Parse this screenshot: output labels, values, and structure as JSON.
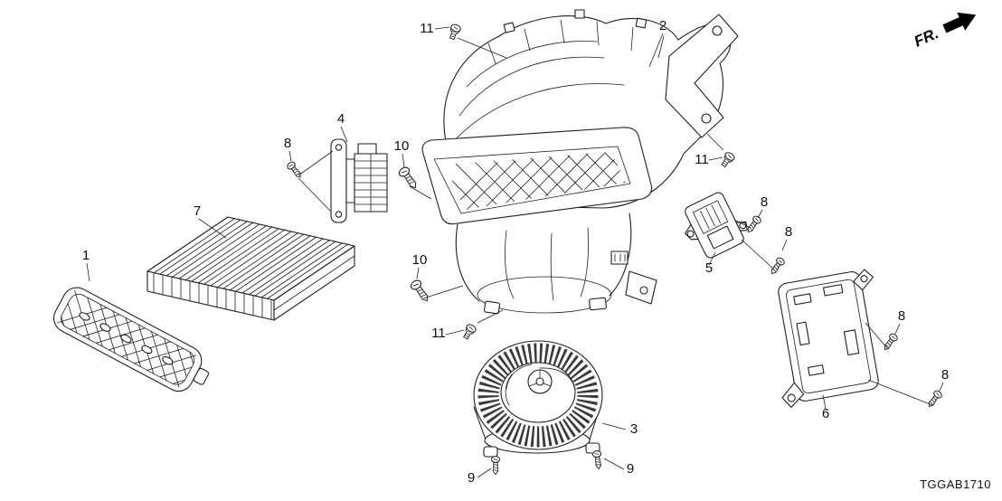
{
  "diagram": {
    "code": "TGGAB1710",
    "direction_label": "FR.",
    "callouts": [
      {
        "ref": "11"
      },
      {
        "ref": "2"
      },
      {
        "ref": "4"
      },
      {
        "ref": "8"
      },
      {
        "ref": "10"
      },
      {
        "ref": "11"
      },
      {
        "ref": "7"
      },
      {
        "ref": "8"
      },
      {
        "ref": "8"
      },
      {
        "ref": "1"
      },
      {
        "ref": "10"
      },
      {
        "ref": "5"
      },
      {
        "ref": "8"
      },
      {
        "ref": "11"
      },
      {
        "ref": "8"
      },
      {
        "ref": "6"
      },
      {
        "ref": "3"
      },
      {
        "ref": "9"
      },
      {
        "ref": "9"
      }
    ]
  }
}
